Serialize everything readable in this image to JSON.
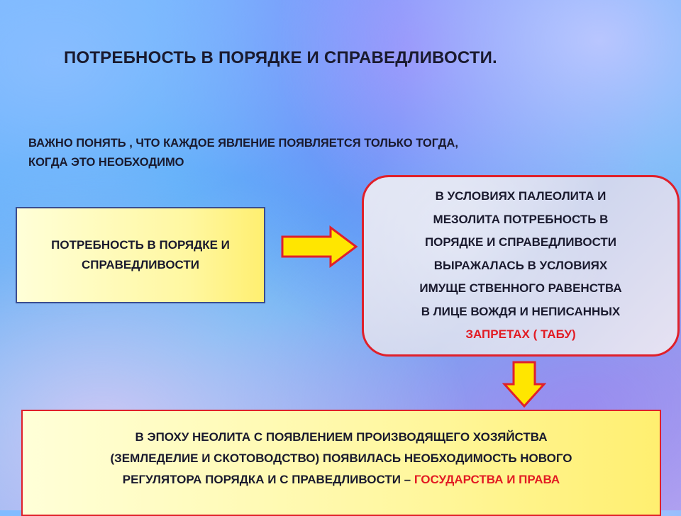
{
  "title": "ПОТРЕБНОСТЬ В ПОРЯДКЕ И СПРАВЕДЛИВОСТИ.",
  "intro": {
    "line1": "ВАЖНО ПОНЯТЬ , ЧТО КАЖДОЕ ЯВЛЕНИЕ  ПОЯВЛЯЕТСЯ ТОЛЬКО ТОГДА,",
    "line2": "КОГДА ЭТО НЕОБХОДИМО"
  },
  "left_box": {
    "line1": "ПОТРЕБНОСТЬ  В ПОРЯДКЕ И",
    "line2": "СПРАВЕДЛИВОСТИ"
  },
  "right_box": {
    "lines": [
      "В УСЛОВИЯХ  ПАЛЕОЛИТА И",
      "МЕЗОЛИТА  ПОТРЕБНОСТЬ В",
      "ПОРЯДКЕ И СПРАВЕДЛИВОСТИ",
      "ВЫРАЖАЛАСЬ В УСЛОВИЯХ",
      "ИМУЩЕ СТВЕННОГО РАВЕНСТВА",
      "В ЛИЦЕ ВОЖДЯ  И НЕПИСАННЫХ"
    ],
    "highlight": "ЗАПРЕТАХ ( ТАБУ)"
  },
  "bottom_box": {
    "line1": "В ЭПОХУ НЕОЛИТА  С ПОЯВЛЕНИЕМ ПРОИЗВОДЯЩЕГО ХОЗЯЙСТВА",
    "line2": "(ЗЕМЛЕДЕЛИЕ И СКОТОВОДСТВО)   ПОЯВИЛАСЬ НЕОБХОДИМОСТЬ НОВОГО",
    "line3_start": "РЕГУЛЯТОРА  ПОРЯДКА И С ПРАВЕДЛИВОСТИ – ",
    "line3_highlight": "ГОСУДАРСТВА   И ПРАВА"
  },
  "colors": {
    "arrow_fill": "#ffe600",
    "arrow_stroke": "#e0202a",
    "highlight_text": "#e21b23"
  }
}
